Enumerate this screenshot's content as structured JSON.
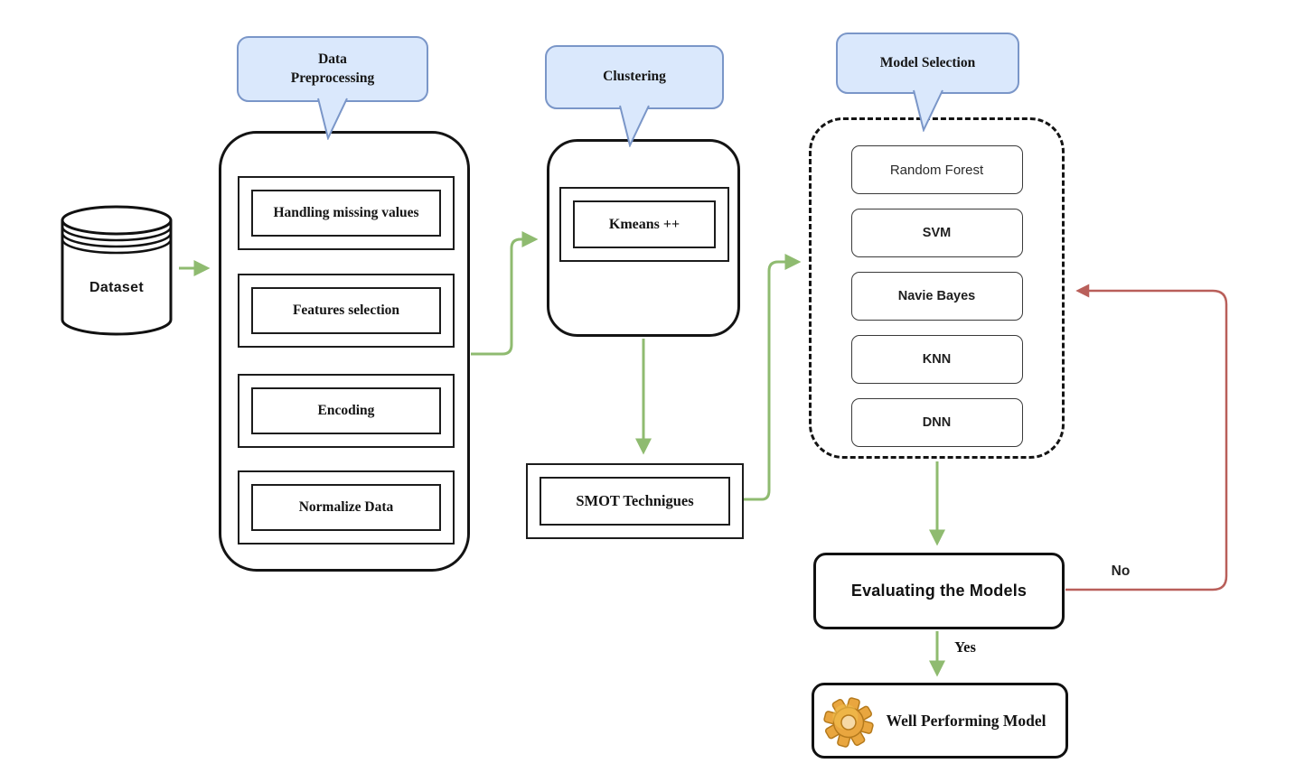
{
  "diagram": {
    "dataset_label": "Dataset",
    "callouts": {
      "preprocessing": "Data\nPreprocessing",
      "clustering": "Clustering",
      "model_selection": "Model Selection"
    },
    "preprocessing_steps": [
      "Handling missing values",
      "Features selection",
      "Encoding",
      "Normalize Data"
    ],
    "clustering_method": "Kmeans ++",
    "smot_label": "SMOT Technigues",
    "models": [
      "Random Forest",
      "SVM",
      "Navie Bayes",
      "KNN",
      "DNN"
    ],
    "evaluation_label": "Evaluating the Models",
    "final_label": "Well Performing Model",
    "no_label": "No",
    "yes_label": "Yes",
    "colors": {
      "flow_arrow_green": "#8fbb70",
      "loop_arrow_red": "#b95f5a",
      "callout_fill": "#dae8fc",
      "callout_border": "#7a96c8",
      "gear_orange": "#e9a63f"
    }
  }
}
